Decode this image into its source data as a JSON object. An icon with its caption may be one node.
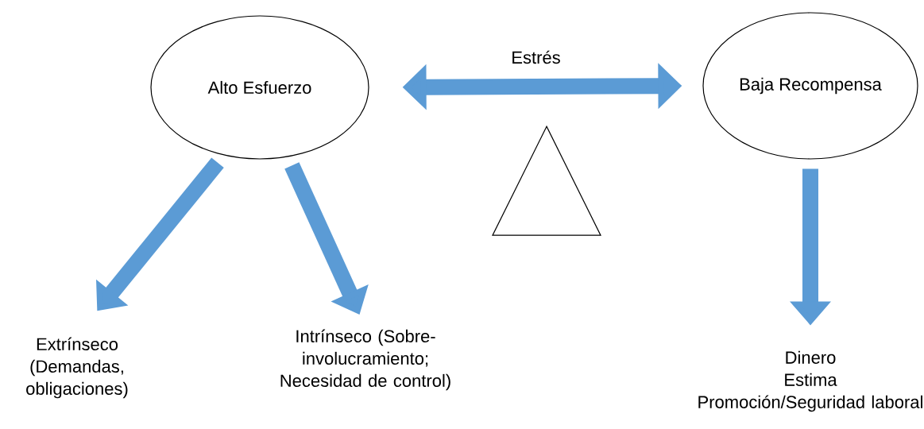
{
  "diagram": {
    "nodes": [
      {
        "text": [
          "Alto Esfuerzo"
        ]
      },
      {
        "text": [
          "Baja Recompensa"
        ]
      },
      {
        "text": [],
        "shape": "triangle"
      },
      {
        "text": [
          "Extrínseco (Demandas, obligaciones)"
        ]
      },
      {
        "text": [
          "Intrínseco (Sobre-involucramiento; Necesidad de control)"
        ]
      },
      {
        "text": [
          "Dinero",
          "Estima",
          "Promoción/Seguridad laboral"
        ]
      }
    ],
    "edges": [
      {
        "from": 0,
        "to": 1,
        "arrow": "both",
        "label": "Estrés"
      },
      {
        "from": 0,
        "to": 3,
        "arrow": "to"
      },
      {
        "from": 0,
        "to": 4,
        "arrow": "to"
      },
      {
        "from": 1,
        "to": 5,
        "arrow": "to"
      }
    ]
  }
}
